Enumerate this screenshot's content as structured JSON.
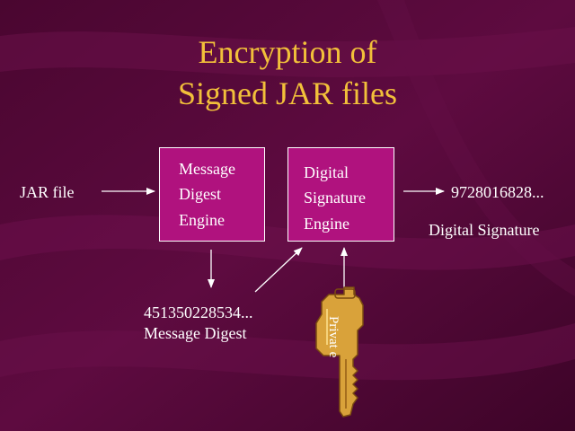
{
  "slide": {
    "title_line1": "Encryption of",
    "title_line2": "Signed JAR files"
  },
  "diagram": {
    "input_label": "JAR file",
    "digest_engine": {
      "lines": [
        "Message",
        "Digest",
        "Engine"
      ]
    },
    "signature_engine": {
      "lines": [
        "Digital",
        "Signature",
        "Engine"
      ]
    },
    "digest_value": "451350228534...",
    "digest_caption": "Message Digest",
    "signature_value": "9728016828...",
    "signature_caption": "Digital Signature",
    "key_label": "Privat e"
  },
  "colors": {
    "background": "#5a0a3a",
    "title": "#f2c03a",
    "box_fill": "#b0127e",
    "key_fill": "#d9a23a"
  },
  "icons": [
    "key-icon",
    "arrow-right-icon",
    "arrow-down-icon",
    "arrow-up-icon"
  ]
}
